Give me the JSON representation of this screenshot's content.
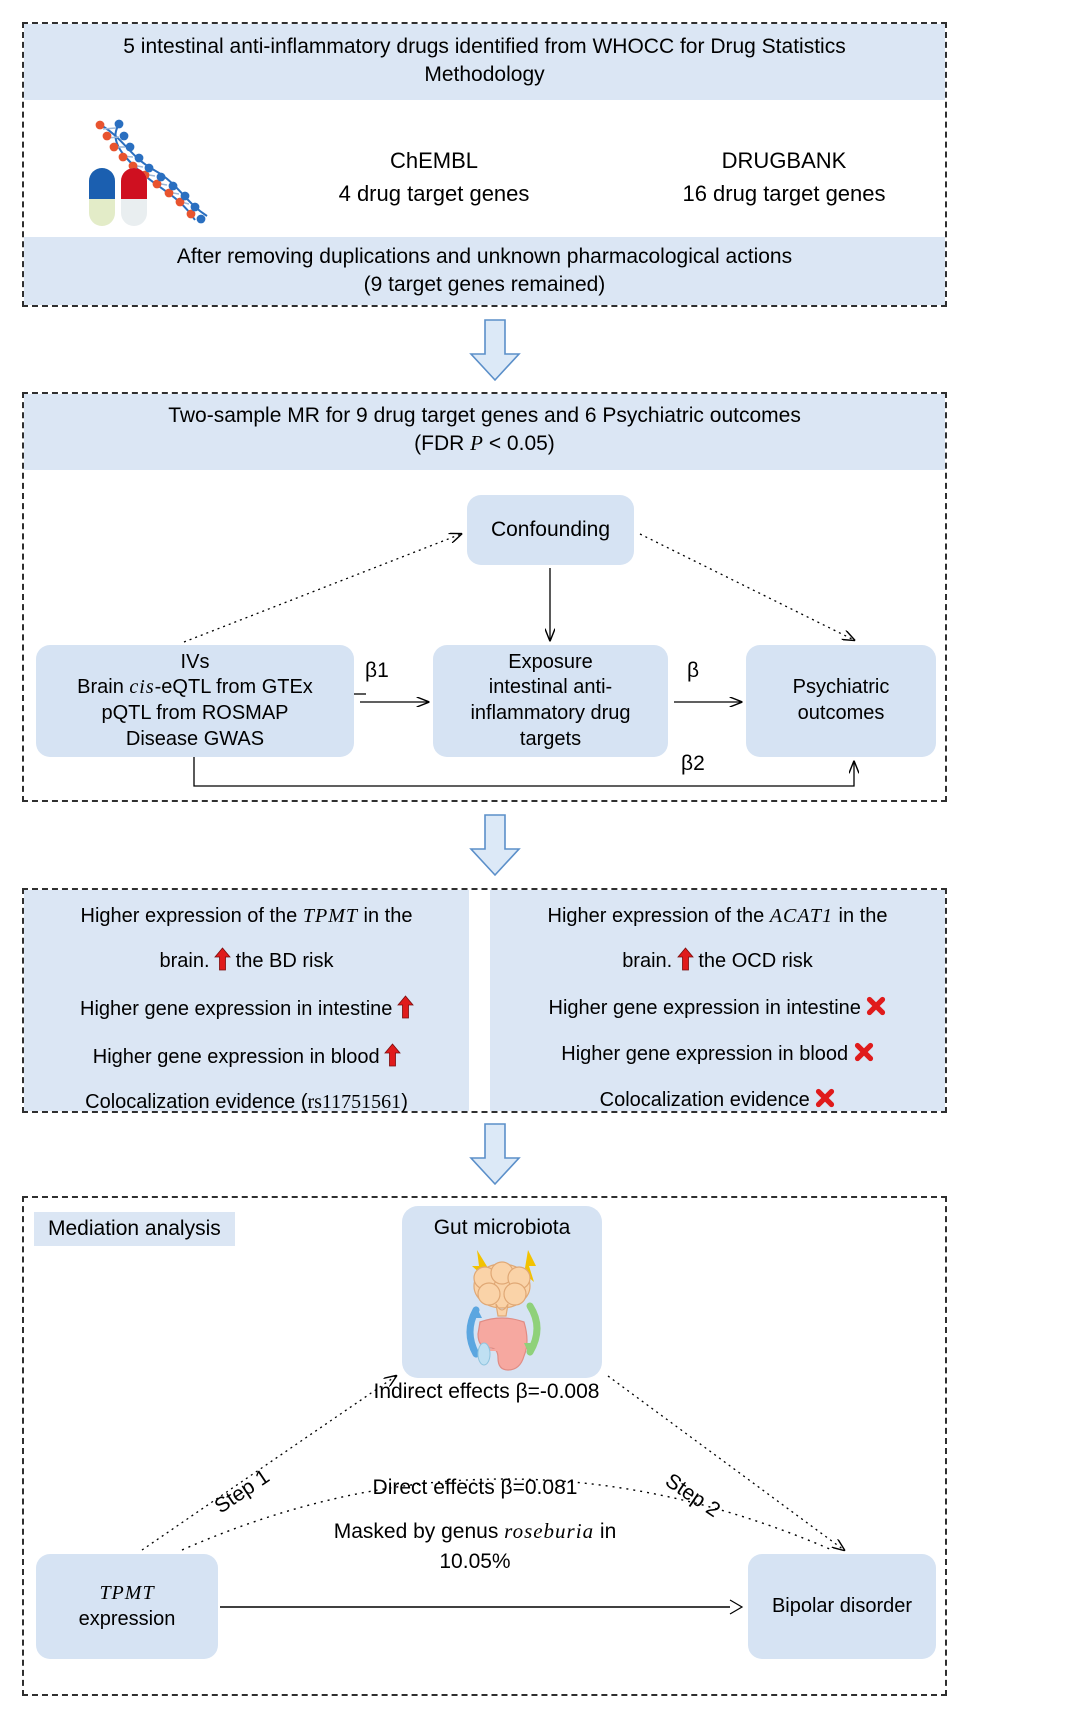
{
  "colors": {
    "band": "#dbe6f4",
    "box": "#d6e3f3",
    "arrow_fill": "#dce9f7",
    "arrow_stroke": "#5b8fc9",
    "red": "#e01b1b",
    "dash": "#2f2f2f"
  },
  "panel1": {
    "header": "5 intestinal anti-inflammatory drugs identified from WHOCC for Drug Statistics Methodology",
    "icon": "dna-capsules-icon",
    "databases": [
      {
        "name": "ChEMBL",
        "count": "4 drug target genes"
      },
      {
        "name": "DRUGBANK",
        "count": "16 drug target genes"
      }
    ],
    "footer_line1": "After removing duplications and unknown pharmacological actions",
    "footer_line2": "(9 target genes remained)"
  },
  "panel2": {
    "header_line1": "Two-sample MR for 9 drug target genes and 6 Psychiatric outcomes",
    "header_line2_pre": "(FDR ",
    "header_line2_p": "P",
    "header_line2_post": " < 0.05)",
    "confounding": "Confounding",
    "ivs": {
      "title": "IVs",
      "line1_pre": "Brain ",
      "line1_italic": "cis",
      "line1_post": "-eQTL from GTEx",
      "line2": "pQTL from ROSMAP",
      "line3": "Disease GWAS"
    },
    "exposure": "Exposure\nintestinal anti-inflammatory drug targets",
    "exposure_lines": [
      "Exposure",
      "intestinal anti-",
      "inflammatory drug",
      "targets"
    ],
    "outcome_lines": [
      "Psychiatric",
      "outcomes"
    ],
    "beta1": "β1",
    "beta": "β",
    "beta2": "β2"
  },
  "panel3": {
    "left": {
      "line1_pre": "Higher expression of the ",
      "line1_gene": "TPMT",
      "line1_post": " in the",
      "line2_pre": "brain.",
      "line2_post": "the BD risk",
      "line3": "Higher gene expression in intestine",
      "line3_mark": "up",
      "line4": "Higher gene expression in blood",
      "line4_mark": "up",
      "line5_pre": "Colocalization evidence (",
      "line5_rs": "rs11751561",
      "line5_post": ")"
    },
    "right": {
      "line1_pre": "Higher expression of the ",
      "line1_gene": "ACAT1",
      "line1_post": " in the",
      "line2_pre": "brain.",
      "line2_post": "the OCD risk",
      "line3": "Higher gene expression in intestine",
      "line3_mark": "x",
      "line4": "Higher gene expression in blood",
      "line4_mark": "x",
      "line5": "Colocalization evidence",
      "line5_mark": "x"
    }
  },
  "panel4": {
    "title": "Mediation analysis",
    "gut": "Gut microbiota",
    "gut_icon": "brain-gut-axis-icon",
    "step1": "Step 1",
    "step2": "Step 2",
    "indirect": "Indirect effects β=-0.008",
    "exposure_gene": "TPMT",
    "exposure_word": "expression",
    "direct": "Direct effects β=0.081",
    "masked_pre": "Masked by genus ",
    "masked_italic": "roseburia",
    "masked_post": " in",
    "masked_pct": "10.05%",
    "outcome": "Bipolar disorder"
  }
}
